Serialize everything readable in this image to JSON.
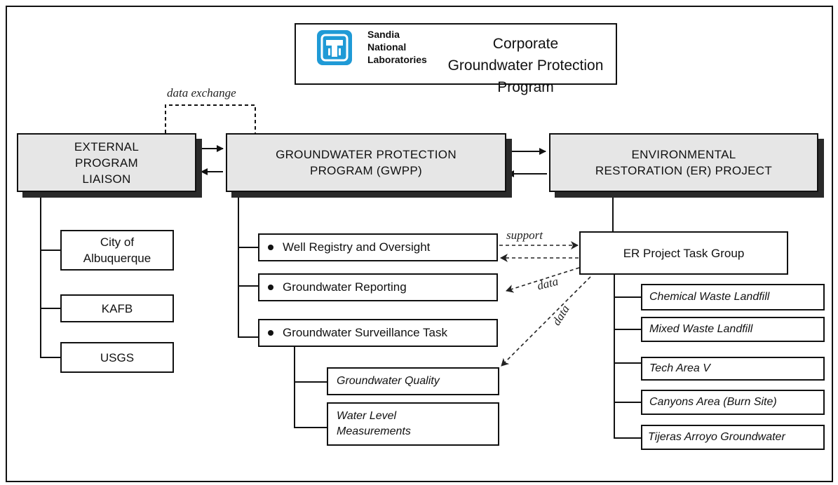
{
  "logo": {
    "name": "sandia-logo",
    "line1": "Sandia",
    "line2": "National",
    "line3": "Laboratories",
    "color": "#1f9ad6"
  },
  "title": {
    "line1": "Corporate",
    "line2": "Groundwater Protection Program"
  },
  "heads": {
    "external": {
      "line1": "EXTERNAL",
      "line2": "PROGRAM",
      "line3": "LIAISON"
    },
    "gwpp": {
      "line1": "GROUNDWATER PROTECTION",
      "line2": "PROGRAM (GWPP)"
    },
    "er": {
      "line1": "ENVIRONMENTAL",
      "line2": "RESTORATION (ER) PROJECT"
    }
  },
  "external_items": [
    {
      "line1": "City of",
      "line2": "Albuquerque"
    },
    {
      "line1": "KAFB"
    },
    {
      "line1": "USGS"
    }
  ],
  "gwpp_items": [
    "Well Registry and Oversight",
    "Groundwater Reporting",
    "Groundwater Surveillance Task"
  ],
  "surveillance_items": [
    {
      "line1": "Groundwater Quality"
    },
    {
      "line1": "Water Level",
      "line2": "Measurements"
    }
  ],
  "er_task_group": "ER Project Task Group",
  "er_items": [
    "Chemical Waste Landfill",
    "Mixed Waste Landfill",
    "Tech Area V",
    "Canyons Area (Burn Site)",
    "Tijeras Arroyo Groundwater"
  ],
  "flow_labels": {
    "data_exchange": "data exchange",
    "support": "support",
    "data1": "data",
    "data2": "data"
  },
  "colors": {
    "head_fill": "#e6e6e6",
    "shadow": "#2a2a2a",
    "line": "#111111"
  }
}
